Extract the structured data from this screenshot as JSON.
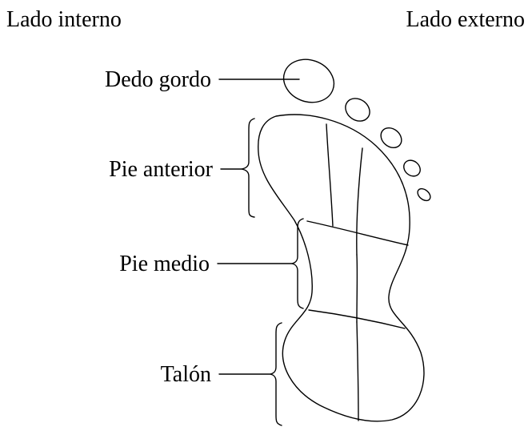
{
  "header": {
    "left_label": "Lado interno",
    "right_label": "Lado externo"
  },
  "regions": {
    "toe": "Dedo gordo",
    "forefoot": "Pie anterior",
    "midfoot": "Pie medio",
    "heel": "Talón"
  },
  "colors": {
    "line": "#000000",
    "background": "#ffffff"
  }
}
